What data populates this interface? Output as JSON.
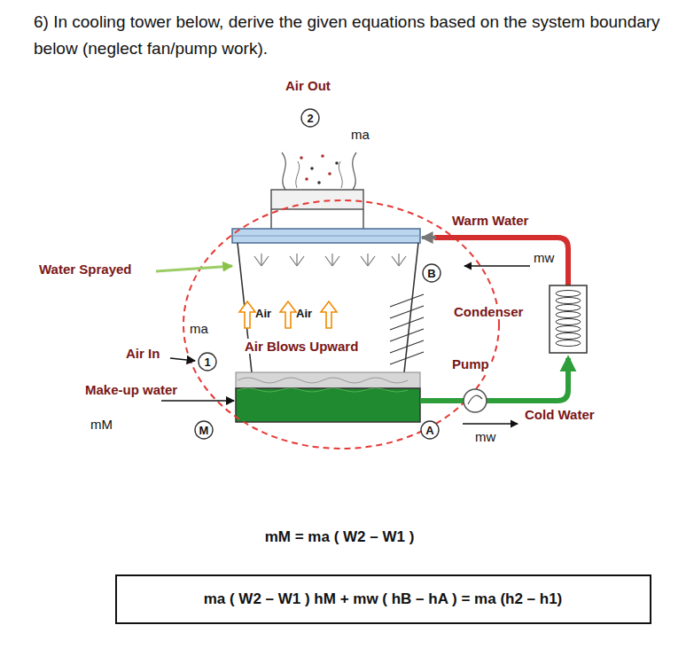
{
  "diagram": {
    "title": "6) In cooling tower below, derive the given equations based on the system boundary below (neglect fan/pump work).",
    "nodes": [
      {
        "text": [
          "2"
        ]
      },
      {
        "text": [
          "B"
        ]
      },
      {
        "text": [
          "1"
        ]
      },
      {
        "text": [
          "M"
        ]
      },
      {
        "text": [
          "A"
        ]
      },
      {
        "text": [
          "ma ( W2 – W1 ) hM + mw ( hB – hA ) = ma (h2 – h1)"
        ]
      }
    ],
    "labels": [
      "Air Out",
      "ma",
      "Warm Water",
      "mw",
      "Water Sprayed",
      "Air",
      "Air",
      "Condenser",
      "ma",
      "Air Blows Upward",
      "Air In",
      "Pump",
      "Make-up water",
      "mM",
      "Cold Water",
      "mw",
      "mM = ma ( W2 – W1 )"
    ]
  }
}
